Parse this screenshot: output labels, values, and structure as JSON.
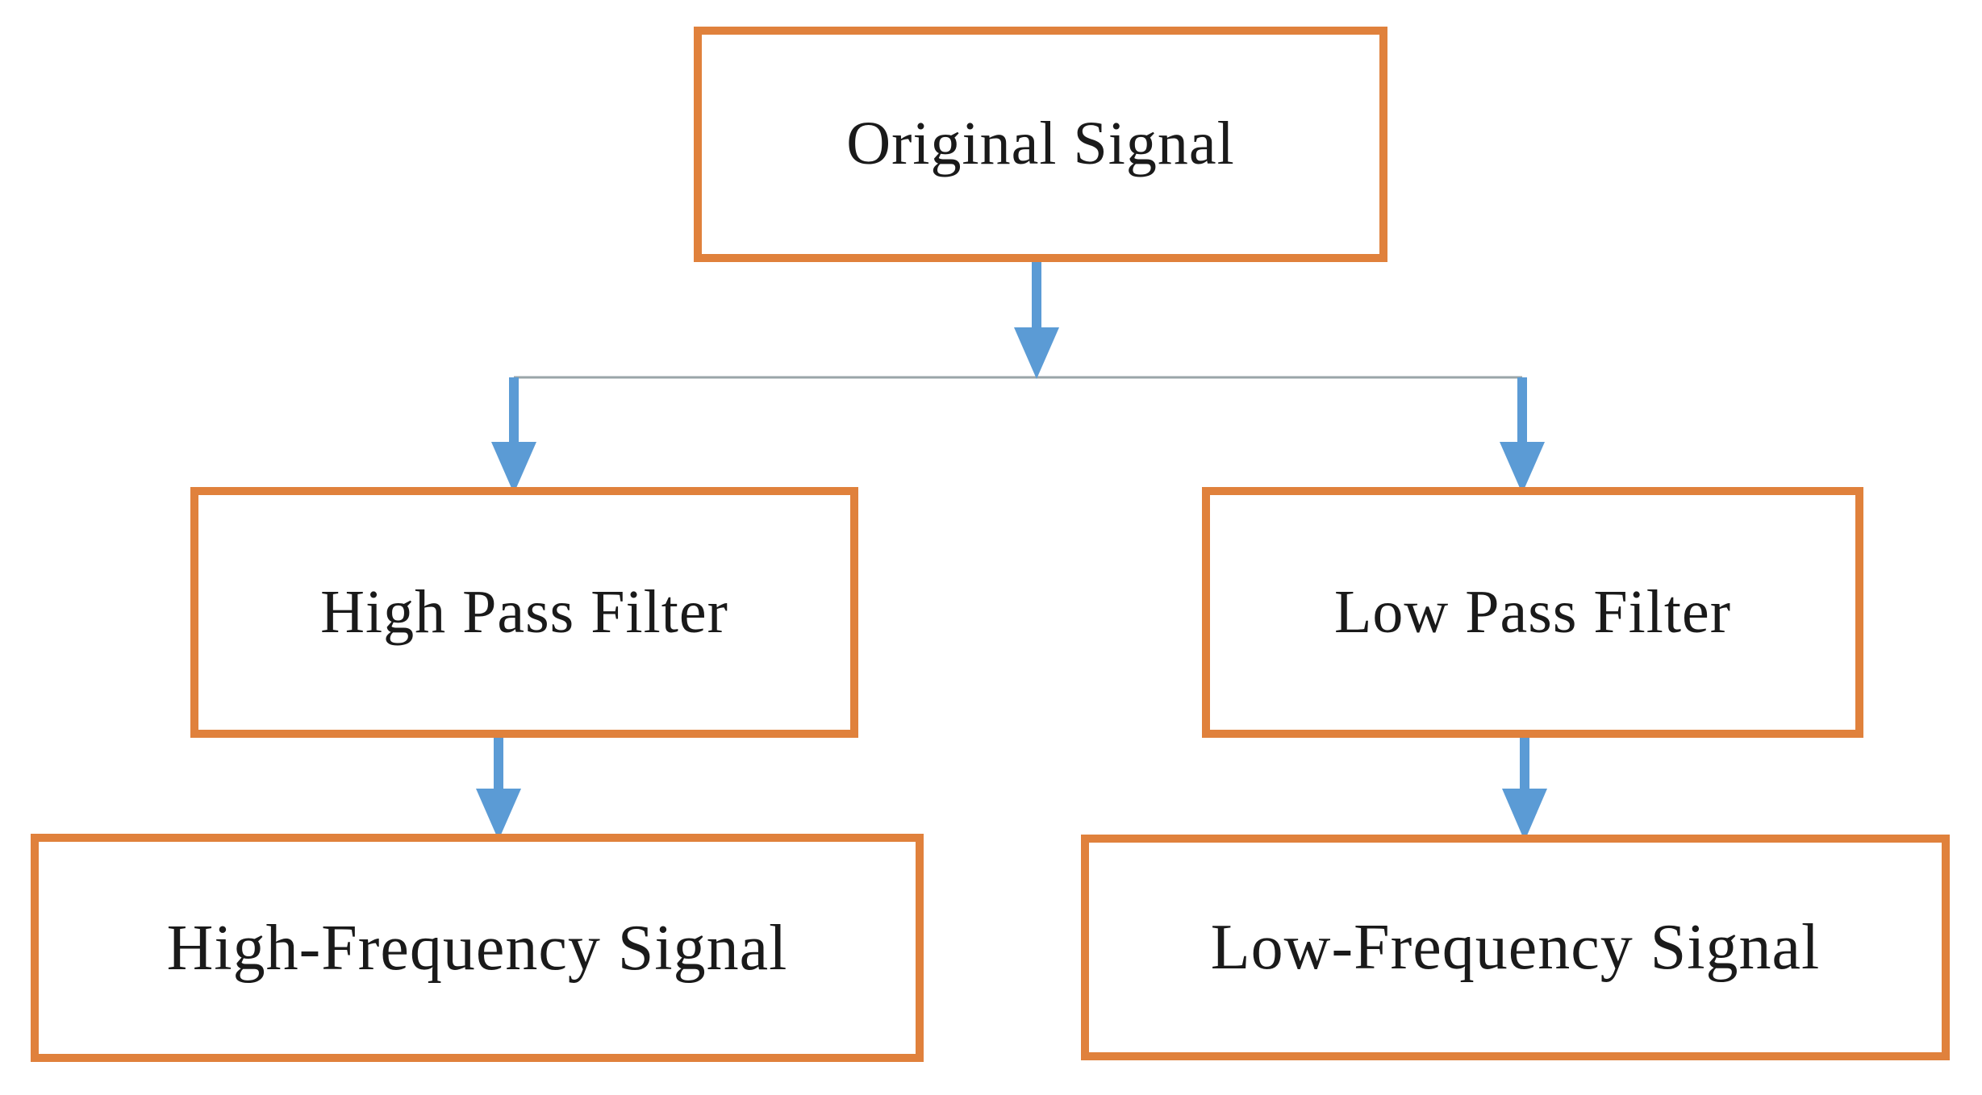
{
  "diagram": {
    "type": "flowchart",
    "nodes": {
      "original": {
        "label": "Original Signal"
      },
      "high_pass": {
        "label": "High Pass Filter"
      },
      "low_pass": {
        "label": "Low Pass Filter"
      },
      "high_freq": {
        "label": "High-Frequency Signal"
      },
      "low_freq": {
        "label": "Low-Frequency Signal"
      }
    },
    "edges": [
      {
        "from": "Original Signal",
        "to": "High Pass Filter"
      },
      {
        "from": "Original Signal",
        "to": "Low Pass Filter"
      },
      {
        "from": "High Pass Filter",
        "to": "High-Frequency Signal"
      },
      {
        "from": "Low Pass Filter",
        "to": "Low-Frequency Signal"
      }
    ]
  },
  "colors": {
    "box_border": "#E0813C",
    "box_fill": "#FFFFFF",
    "arrow": "#5B9BD5",
    "branch_line": "#9AA5A8",
    "text": "#1A1A1A",
    "background": "#FFFFFF"
  }
}
